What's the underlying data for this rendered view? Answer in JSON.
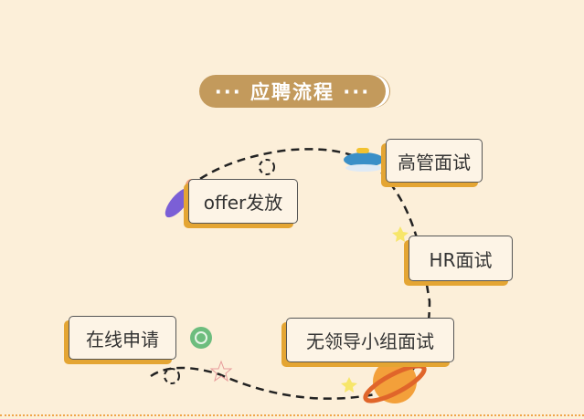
{
  "title": "··· 应聘流程 ···",
  "steps": [
    "在线申请",
    "无领导小组面试",
    "HR面试",
    "高管面试",
    "offer发放"
  ],
  "colors": {
    "background": "#fcefd9",
    "title_pill": "#c39a5c",
    "box_shadow": "#e4a533"
  }
}
